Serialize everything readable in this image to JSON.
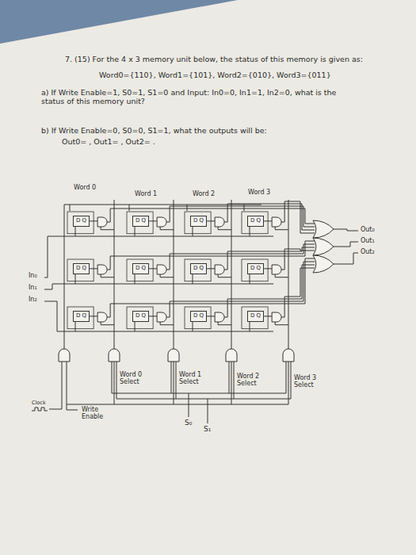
{
  "diagram": {
    "nodes": [
      {
        "text": [
          "D Q"
        ]
      },
      {
        "text": [
          "D Q"
        ]
      },
      {
        "text": [
          "D Q"
        ]
      },
      {
        "text": [
          "D Q"
        ]
      },
      {
        "text": [
          "D Q"
        ]
      },
      {
        "text": [
          "D Q"
        ]
      },
      {
        "text": [
          "D Q"
        ]
      },
      {
        "text": [
          "D Q"
        ]
      },
      {
        "text": [
          "D Q"
        ]
      },
      {
        "text": [
          "D Q"
        ]
      },
      {
        "text": [
          "D Q"
        ]
      },
      {
        "text": [
          "D Q"
        ]
      }
    ],
    "labels": [
      "7. (15) For the 4 x 3 memory unit below, the status of this memory is given as:",
      "Word0={110}, Word1={101}, Word2={010}, Word3={011}",
      "a) If Write Enable=1, S0=1, S1=0 and Input: In0=0, In1=1, In2=0, what is the status of this memory unit?",
      "b) If Write Enable=0, S0=0, S1=1, what the outputs will be:",
      "Out0= , Out1= , Out2= .",
      "Word 0",
      "Word 1",
      "Word 2",
      "Word 3",
      "Out₀",
      "Out₁",
      "Out₂",
      "In₀",
      "In₁",
      "In₂",
      "Word 0 Select",
      "Word 1 Select",
      "Word 2 Select",
      "Word 3 Select",
      "Clock",
      "Write Enable",
      "S₀",
      "S₁"
    ]
  }
}
